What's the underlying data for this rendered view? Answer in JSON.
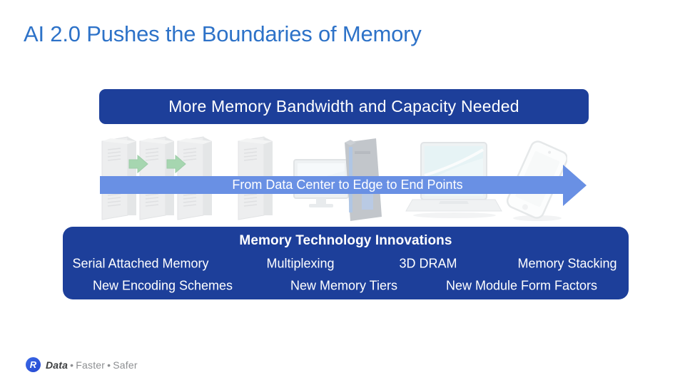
{
  "slide": {
    "title": "AI 2.0 Pushes the Boundaries of Memory",
    "banner_label": "More Memory Bandwidth and Capacity Needed",
    "flow": {
      "label": "From Data Center to Edge to End Points",
      "device_icons": [
        "server-rack",
        "server-rack",
        "server-rack",
        "server-rack",
        "desktop-pc",
        "laptop",
        "smartphone"
      ]
    },
    "innovations": {
      "title": "Memory Technology Innovations",
      "row1": [
        "Serial Attached Memory",
        "Multiplexing",
        "3D DRAM",
        "Memory Stacking"
      ],
      "row2": [
        "New Encoding Schemes",
        "New Memory Tiers",
        "New Module Form Factors"
      ]
    },
    "footer": {
      "logo_letter": "R",
      "brand": "Data",
      "bullet": "•",
      "tagline_word_1": "Faster",
      "tagline_word_2": "Safer"
    },
    "colors": {
      "title_blue": "#2d72c8",
      "panel_blue": "#1d3f9a",
      "arrow_blue": "#6990e4",
      "green_arrow": "#4fae63",
      "logo_blue": "#2e5ce5"
    }
  }
}
